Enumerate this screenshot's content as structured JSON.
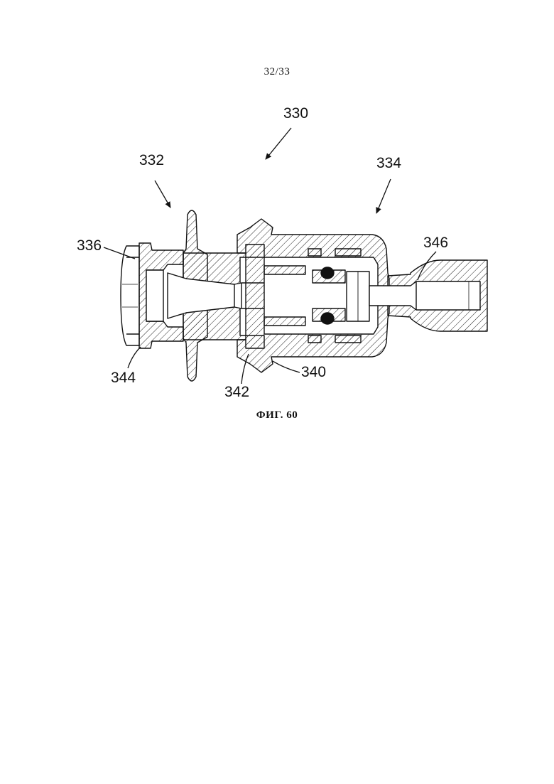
{
  "page": {
    "number_label": "32/33"
  },
  "figure": {
    "caption": "ФИГ. 60",
    "reference_numerals": {
      "ref_330": "330",
      "ref_332": "332",
      "ref_334": "334",
      "ref_336": "336",
      "ref_346": "346",
      "ref_344": "344",
      "ref_342": "342",
      "ref_340": "340"
    }
  }
}
